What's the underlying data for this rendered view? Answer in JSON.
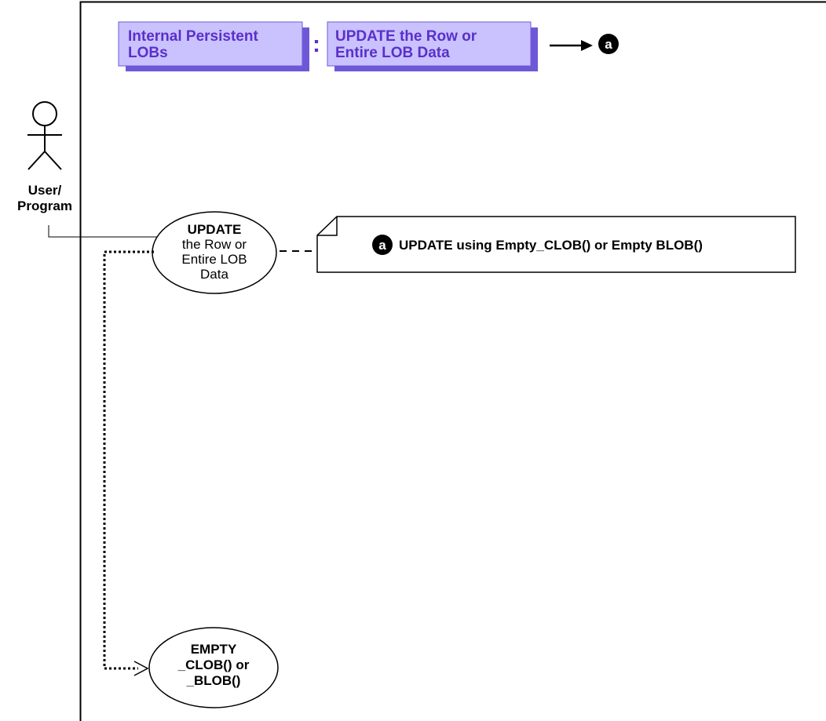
{
  "header": {
    "box1": {
      "line1": "Internal Persistent",
      "line2": "LOBs"
    },
    "separator": ":",
    "box2": {
      "line1": "UPDATE the Row or",
      "line2": "Entire LOB Data"
    },
    "marker": "a"
  },
  "actor": {
    "line1": "User/",
    "line2": "Program"
  },
  "usecase_main": {
    "line1": "UPDATE",
    "line2": "the Row or",
    "line3": "Entire LOB",
    "line4": "Data"
  },
  "note": {
    "marker": "a",
    "text": "UPDATE using Empty_CLOB() or Empty BLOB()"
  },
  "usecase_empty": {
    "line1": "EMPTY",
    "line2": "_CLOB() or",
    "line3": "_BLOB()"
  },
  "colors": {
    "box_fill": "#c9c2ff",
    "box_shadow": "#6f58d8",
    "header_text": "#5b2fc9"
  }
}
